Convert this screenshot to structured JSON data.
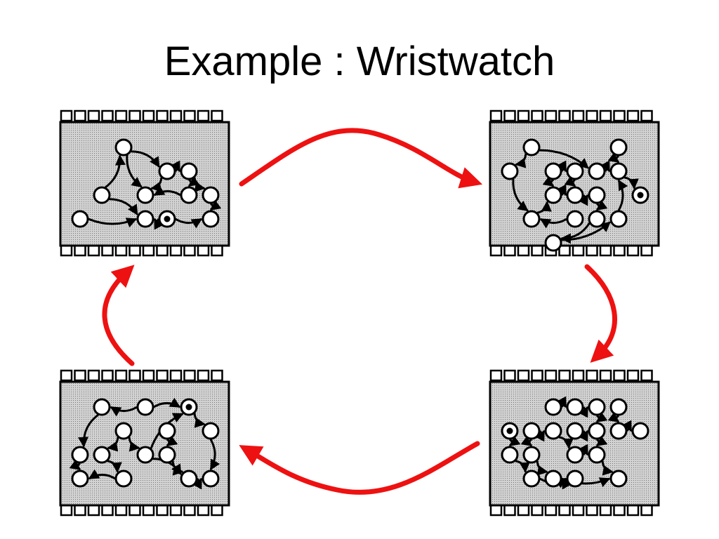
{
  "slide": {
    "title": "Example : Wristwatch"
  },
  "colors": {
    "background": "#ffffff",
    "chip_fill": "#c8c8c8",
    "chip_outline": "#000000",
    "transition_arrow": "#ee1111",
    "node_fill": "#ffffff"
  },
  "chips": [
    {
      "id": "top-left",
      "active_node": 9,
      "nodes": [
        [
          2,
          0
        ],
        [
          4,
          1
        ],
        [
          5,
          1
        ],
        [
          1,
          2
        ],
        [
          3,
          2
        ],
        [
          5,
          2
        ],
        [
          6,
          2
        ],
        [
          0,
          3
        ],
        [
          3,
          3
        ],
        [
          4,
          3
        ],
        [
          6,
          3
        ]
      ],
      "edges": [
        [
          0,
          1
        ],
        [
          0,
          4
        ],
        [
          1,
          4
        ],
        [
          2,
          6
        ],
        [
          2,
          5
        ],
        [
          3,
          0
        ],
        [
          3,
          8
        ],
        [
          5,
          4
        ],
        [
          6,
          10
        ],
        [
          7,
          8
        ],
        [
          9,
          8
        ],
        [
          9,
          10
        ],
        [
          1,
          2
        ]
      ]
    },
    {
      "id": "top-right",
      "active_node": 10,
      "nodes": [
        [
          1,
          0
        ],
        [
          2,
          1
        ],
        [
          3,
          1
        ],
        [
          4,
          1
        ],
        [
          5,
          0
        ],
        [
          0,
          1
        ],
        [
          5,
          1
        ],
        [
          2,
          2
        ],
        [
          3,
          2
        ],
        [
          4,
          2
        ],
        [
          6,
          2
        ],
        [
          1,
          3
        ],
        [
          4,
          3
        ],
        [
          3,
          3
        ],
        [
          5,
          3
        ],
        [
          2,
          4
        ]
      ],
      "edges": [
        [
          0,
          5
        ],
        [
          1,
          7
        ],
        [
          1,
          2
        ],
        [
          2,
          8
        ],
        [
          3,
          6
        ],
        [
          4,
          6
        ],
        [
          6,
          10
        ],
        [
          5,
          11
        ],
        [
          7,
          8
        ],
        [
          8,
          9
        ],
        [
          9,
          12
        ],
        [
          11,
          7
        ],
        [
          13,
          11
        ],
        [
          14,
          6
        ],
        [
          12,
          15
        ],
        [
          15,
          14
        ],
        [
          0,
          3
        ]
      ]
    },
    {
      "id": "bottom-right",
      "active_node": 0,
      "nodes": [
        [
          0,
          1
        ],
        [
          1,
          1
        ],
        [
          2,
          0
        ],
        [
          3,
          0
        ],
        [
          4,
          0
        ],
        [
          5,
          0
        ],
        [
          2,
          1
        ],
        [
          3,
          1
        ],
        [
          4,
          1
        ],
        [
          5,
          1
        ],
        [
          1,
          2
        ],
        [
          3,
          2
        ],
        [
          4,
          2
        ],
        [
          6,
          1
        ],
        [
          0,
          2
        ],
        [
          2,
          3
        ],
        [
          5,
          3
        ],
        [
          1,
          3
        ],
        [
          3,
          3
        ]
      ],
      "edges": [
        [
          0,
          14
        ],
        [
          1,
          10
        ],
        [
          2,
          3
        ],
        [
          3,
          4
        ],
        [
          4,
          8
        ],
        [
          5,
          9
        ],
        [
          6,
          11
        ],
        [
          7,
          8
        ],
        [
          9,
          13
        ],
        [
          10,
          15
        ],
        [
          11,
          12
        ],
        [
          12,
          16
        ],
        [
          14,
          17
        ],
        [
          17,
          18
        ],
        [
          18,
          15
        ],
        [
          15,
          16
        ],
        [
          8,
          12
        ],
        [
          1,
          6
        ]
      ]
    },
    {
      "id": "bottom-left",
      "active_node": 5,
      "nodes": [
        [
          1,
          0
        ],
        [
          3,
          0
        ],
        [
          2,
          1
        ],
        [
          4,
          1
        ],
        [
          0,
          2
        ],
        [
          5,
          0
        ],
        [
          1,
          2
        ],
        [
          3,
          2
        ],
        [
          4,
          2
        ],
        [
          6,
          1
        ],
        [
          0,
          3
        ],
        [
          2,
          3
        ],
        [
          5,
          3
        ],
        [
          6,
          3
        ]
      ],
      "edges": [
        [
          1,
          0
        ],
        [
          0,
          4
        ],
        [
          2,
          6
        ],
        [
          2,
          7
        ],
        [
          3,
          8
        ],
        [
          5,
          9
        ],
        [
          7,
          5
        ],
        [
          4,
          10
        ],
        [
          6,
          11
        ],
        [
          11,
          10
        ],
        [
          7,
          12
        ],
        [
          8,
          12
        ],
        [
          9,
          13
        ],
        [
          12,
          13
        ],
        [
          1,
          5
        ]
      ]
    }
  ]
}
